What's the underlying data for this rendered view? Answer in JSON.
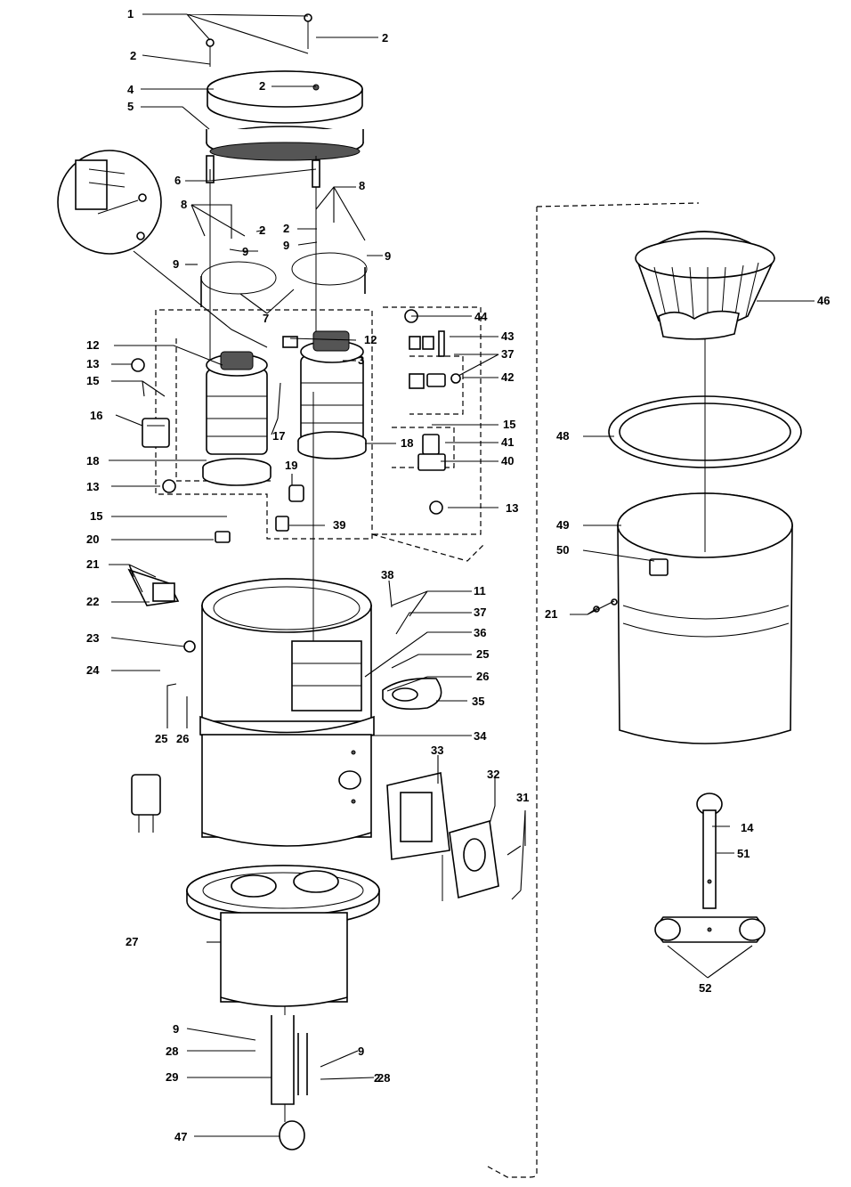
{
  "callouts": [
    {
      "id": "c1",
      "text": "1"
    },
    {
      "id": "c2a",
      "text": "2"
    },
    {
      "id": "c2b",
      "text": "2"
    },
    {
      "id": "c2c",
      "text": "2"
    },
    {
      "id": "c2d",
      "text": "2"
    },
    {
      "id": "c2e",
      "text": "2"
    },
    {
      "id": "c2f",
      "text": "2"
    },
    {
      "id": "c3",
      "text": "3"
    },
    {
      "id": "c4",
      "text": "4"
    },
    {
      "id": "c5",
      "text": "5"
    },
    {
      "id": "c6",
      "text": "6"
    },
    {
      "id": "c7",
      "text": "7"
    },
    {
      "id": "c8a",
      "text": "8"
    },
    {
      "id": "c8b",
      "text": "8"
    },
    {
      "id": "c9a",
      "text": "9"
    },
    {
      "id": "c9b",
      "text": "9"
    },
    {
      "id": "c9c",
      "text": "9"
    },
    {
      "id": "c9d",
      "text": "9"
    },
    {
      "id": "c9e",
      "text": "9"
    },
    {
      "id": "c9f",
      "text": "9"
    },
    {
      "id": "c11",
      "text": "11"
    },
    {
      "id": "c12a",
      "text": "12"
    },
    {
      "id": "c12b",
      "text": "12"
    },
    {
      "id": "c13a",
      "text": "13"
    },
    {
      "id": "c13b",
      "text": "13"
    },
    {
      "id": "c13c",
      "text": "13"
    },
    {
      "id": "c14",
      "text": "14"
    },
    {
      "id": "c15a",
      "text": "15"
    },
    {
      "id": "c15b",
      "text": "15"
    },
    {
      "id": "c15c",
      "text": "15"
    },
    {
      "id": "c16",
      "text": "16"
    },
    {
      "id": "c17",
      "text": "17"
    },
    {
      "id": "c18a",
      "text": "18"
    },
    {
      "id": "c18b",
      "text": "18"
    },
    {
      "id": "c19",
      "text": "19"
    },
    {
      "id": "c20",
      "text": "20"
    },
    {
      "id": "c21a",
      "text": "21"
    },
    {
      "id": "c21b",
      "text": "21"
    },
    {
      "id": "c22",
      "text": "22"
    },
    {
      "id": "c23",
      "text": "23"
    },
    {
      "id": "c24",
      "text": "24"
    },
    {
      "id": "c25a",
      "text": "25"
    },
    {
      "id": "c25b",
      "text": "25"
    },
    {
      "id": "c26a",
      "text": "26"
    },
    {
      "id": "c26b",
      "text": "26"
    },
    {
      "id": "c27",
      "text": "27"
    },
    {
      "id": "c28a",
      "text": "28"
    },
    {
      "id": "c28b",
      "text": "28"
    },
    {
      "id": "c29",
      "text": "29"
    },
    {
      "id": "c31",
      "text": "31"
    },
    {
      "id": "c32",
      "text": "32"
    },
    {
      "id": "c33",
      "text": "33"
    },
    {
      "id": "c34",
      "text": "34"
    },
    {
      "id": "c35",
      "text": "35"
    },
    {
      "id": "c36",
      "text": "36"
    },
    {
      "id": "c37a",
      "text": "37"
    },
    {
      "id": "c37b",
      "text": "37"
    },
    {
      "id": "c38",
      "text": "38"
    },
    {
      "id": "c39",
      "text": "39"
    },
    {
      "id": "c40",
      "text": "40"
    },
    {
      "id": "c41",
      "text": "41"
    },
    {
      "id": "c42",
      "text": "42"
    },
    {
      "id": "c43",
      "text": "43"
    },
    {
      "id": "c44",
      "text": "44"
    },
    {
      "id": "c46",
      "text": "46"
    },
    {
      "id": "c47",
      "text": "47"
    },
    {
      "id": "c48",
      "text": "48"
    },
    {
      "id": "c49",
      "text": "49"
    },
    {
      "id": "c50",
      "text": "50"
    },
    {
      "id": "c51",
      "text": "51"
    },
    {
      "id": "c52",
      "text": "52"
    }
  ]
}
